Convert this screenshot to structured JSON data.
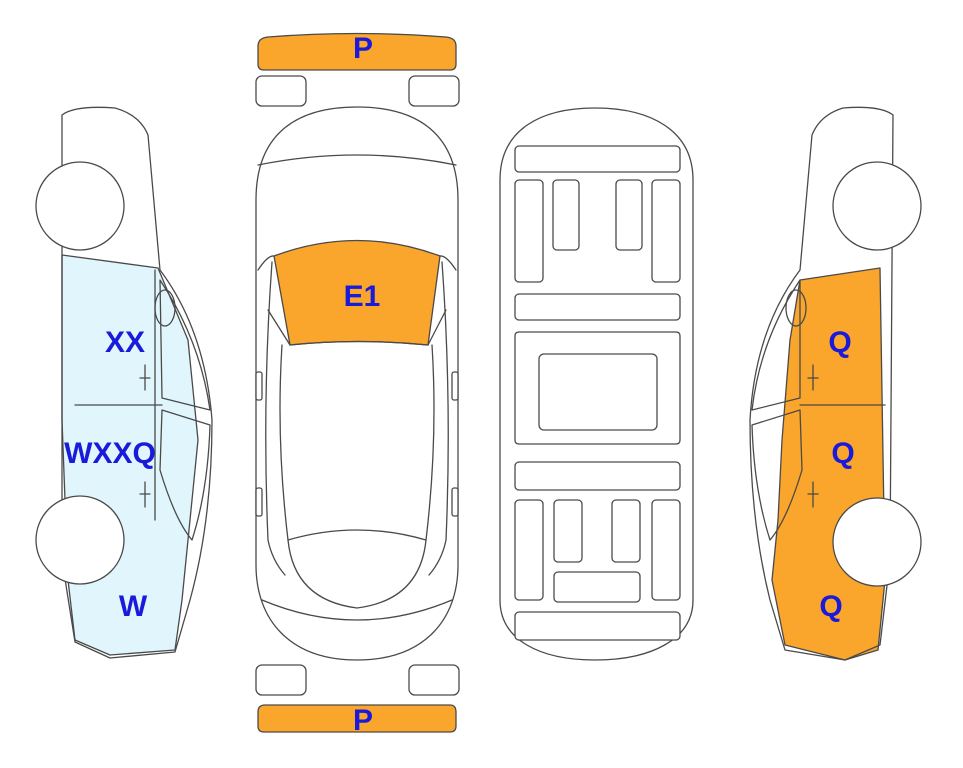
{
  "colors": {
    "damage": "#FAA52B",
    "light": "#E0F6FC",
    "label": "#1A1ADB",
    "outline": "#4a4a4a"
  },
  "labels": {
    "front_bumper": "P",
    "windshield": "E1",
    "rear_bumper": "P",
    "left_front_door": "XX",
    "left_rear_door": "WXXQ",
    "left_rear_quarter": "W",
    "right_front_door": "Q",
    "right_rear_door": "Q",
    "right_rear_quarter": "Q"
  },
  "panels": {
    "front_bumper": "damage",
    "windshield": "damage",
    "rear_bumper": "damage",
    "left_side": "light",
    "right_side": "damage"
  }
}
